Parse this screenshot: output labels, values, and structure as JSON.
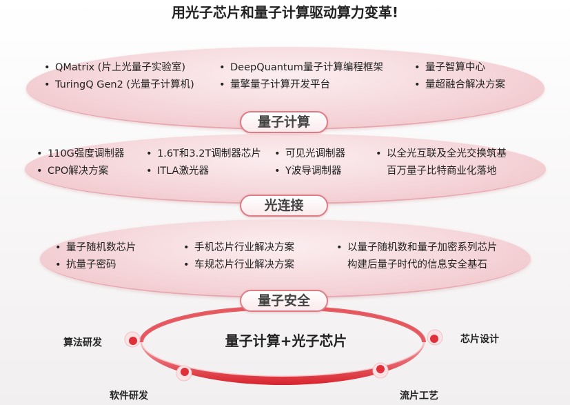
{
  "title": "用光子芯片和量子计算驱动算力变革!",
  "sections": [
    {
      "label": "量子计算",
      "items": [
        "QMatrix (片上光量子实验室)",
        "TuringQ Gen2 (光量子计算机)",
        "DeepQuantum量子计算编程框架",
        "量擎量子计算开发平台",
        "量子智算中心",
        "量超融合解决方案"
      ]
    },
    {
      "label": "光连接",
      "items": [
        "110G强度调制器",
        "CPO解决方案",
        "1.6T和3.2T调制器芯片",
        "ITLA激光器",
        "可见光调制器",
        "Y波导调制器",
        "以全光互联及全光交换筑基",
        "百万量子比特商业化落地"
      ]
    },
    {
      "label": "量子安全",
      "items": [
        "量子随机数芯片",
        "抗量子密码",
        "手机芯片行业解决方案",
        "车规芯片行业解决方案",
        "以量子随机数和量子加密系列芯片",
        "构建后量子时代的信息安全基石"
      ]
    }
  ],
  "core": {
    "center": "量子计算+光子芯片",
    "nodes": [
      "算法研发",
      "芯片设计",
      "软件研发",
      "流片工艺"
    ]
  },
  "colors": {
    "accent": "#e0303a",
    "ellipse": "#f5d6da",
    "pill_border": "#dc7c86"
  }
}
